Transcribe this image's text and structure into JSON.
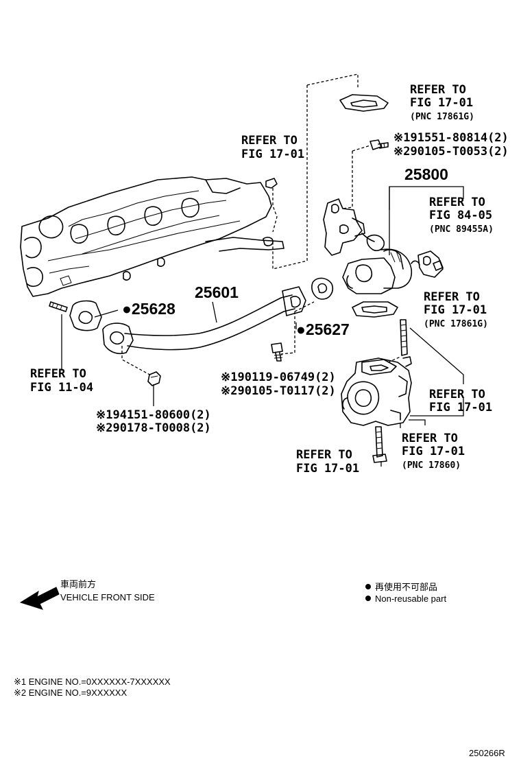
{
  "callouts": {
    "ref_top_right": {
      "l1": "REFER TO",
      "l2": "FIG 17-01",
      "pnc": "(PNC 17861G)"
    },
    "ref_top_mid": {
      "l1": "REFER TO",
      "l2": "FIG 17-01"
    },
    "bolt_top": {
      "l1": "※191551-80814(2)",
      "l2": "※290105-T0053(2)"
    },
    "part_25800": "25800",
    "ref_sensor": {
      "l1": "REFER TO",
      "l2": "FIG 84-05",
      "pnc": "(PNC 89455A)"
    },
    "ref_gasket_right": {
      "l1": "REFER TO",
      "l2": "FIG 17-01",
      "pnc": "(PNC 17861G)"
    },
    "part_25601": "25601",
    "part_25628": "●25628",
    "part_25627": "●25627",
    "ref_left": {
      "l1": "REFER TO",
      "l2": "FIG 11-04"
    },
    "bolt_mid": {
      "l1": "※190119-06749(2)",
      "l2": "※290105-T0117(2)"
    },
    "nut_left": {
      "l1": "※194151-80600(2)",
      "l2": "※290178-T0008(2)"
    },
    "ref_stud_right": {
      "l1": "REFER TO",
      "l2": "FIG 17-01"
    },
    "ref_throttle": {
      "l1": "REFER TO",
      "l2": "FIG 17-01",
      "pnc": "(PNC 17860)"
    },
    "ref_bottom_bolt": {
      "l1": "REFER TO",
      "l2": "FIG 17-01"
    }
  },
  "front_side": {
    "jp": "車両前方",
    "en": "VEHICLE FRONT SIDE"
  },
  "legend": {
    "jp": "再使用不可部品",
    "en": "Non-reusable part"
  },
  "engine_notes": {
    "n1": "※1 ENGINE NO.=0XXXXXX-7XXXXXX",
    "n2": "※2 ENGINE NO.=9XXXXXX"
  },
  "code": "250266R"
}
